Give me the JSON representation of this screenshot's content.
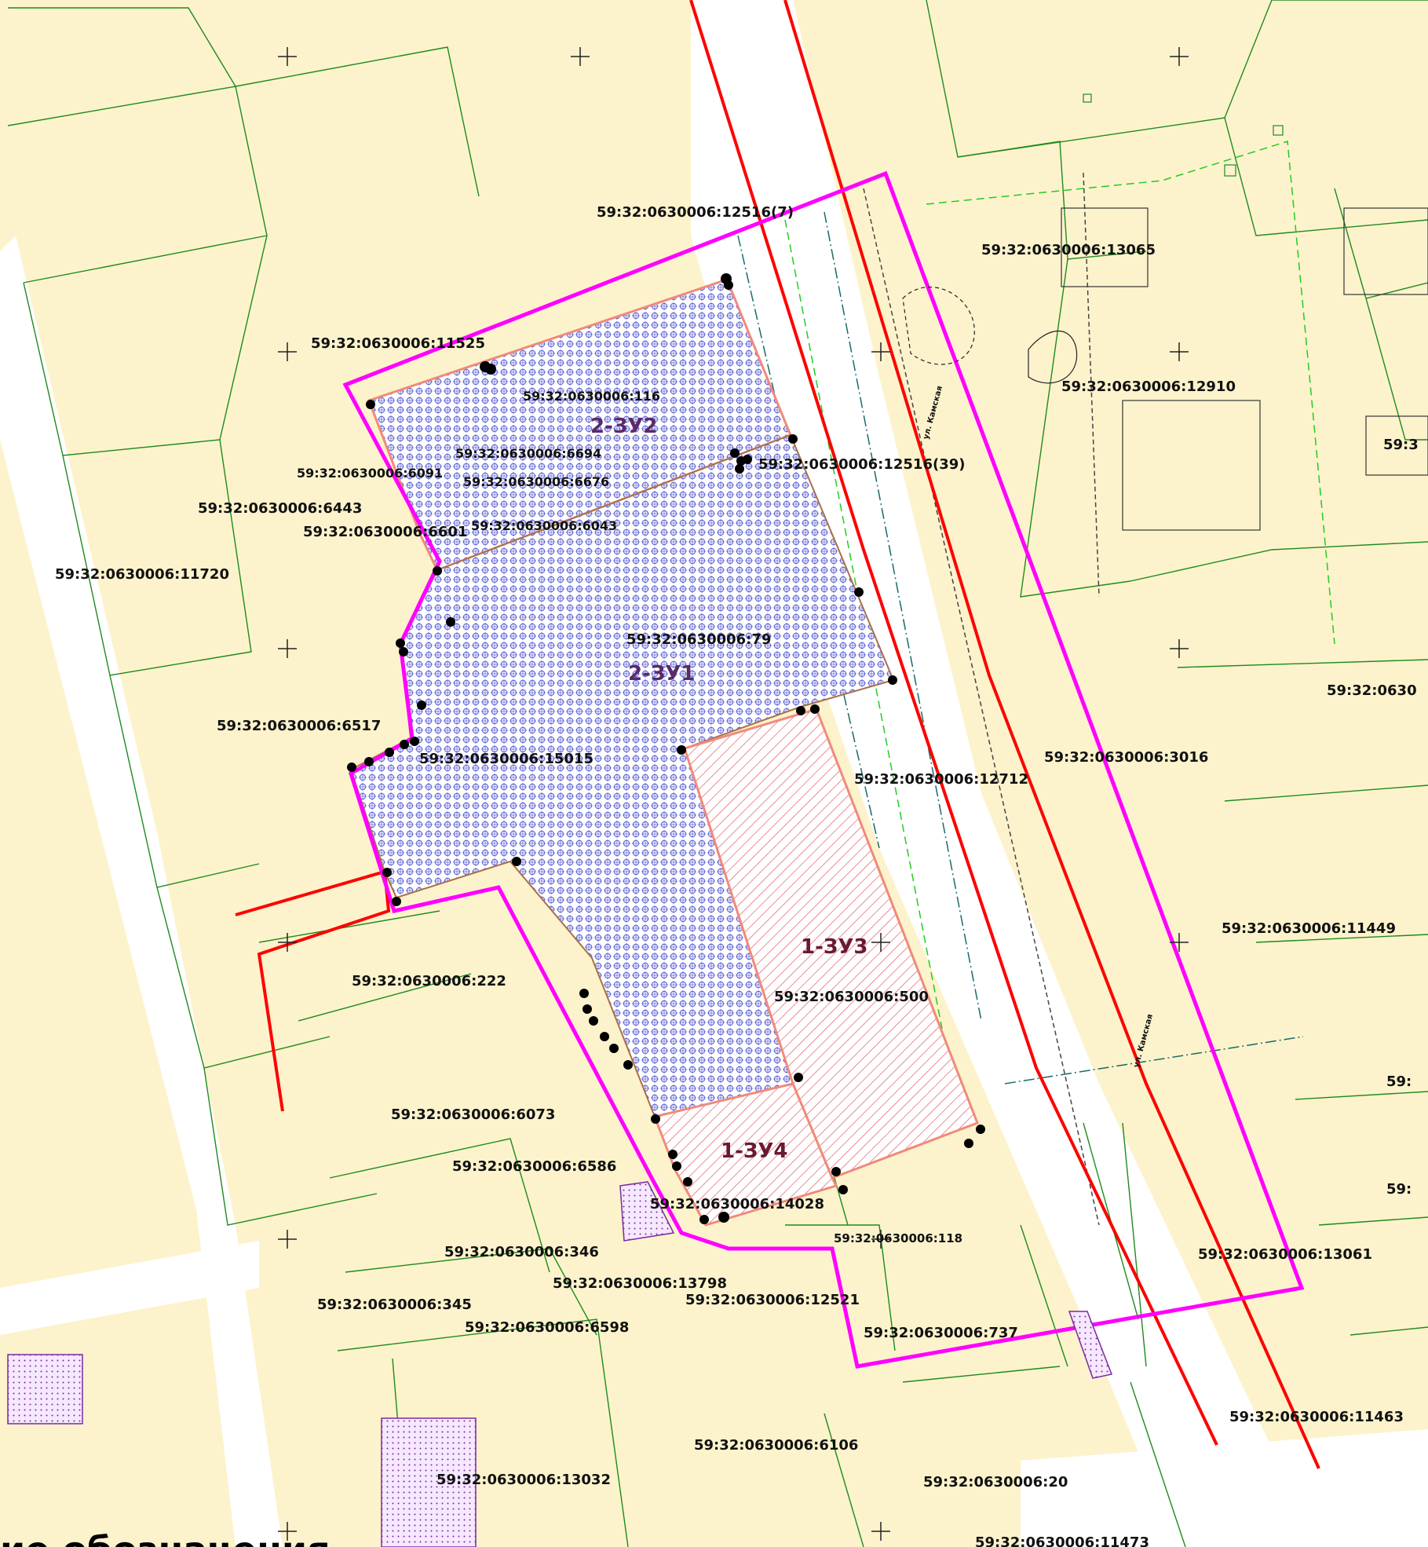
{
  "colors": {
    "parcel_fill": "#fcf3cc",
    "road_fill": "#ffffff",
    "parcel_line": "#1f8a1f",
    "boundary": "#ff00ff",
    "red_line": "#ff0000",
    "zone_outline": "#f08a7a",
    "zone_hatch": "#e0505a",
    "blue_pattern": "#6a6fd8"
  },
  "zones": {
    "zu1": "2-ЗУ1",
    "zu2": "2-ЗУ2",
    "zu3": "1-ЗУ3",
    "zu4": "1-ЗУ4"
  },
  "cadastral_labels": [
    "59:32:0630006:12516(7)",
    "59:32:0630006:13065",
    "59:32:0630006:11525",
    "59:32:0630006:12910",
    "59:32:0630006:116",
    "59:32:0630006:6694",
    "59:32:0630006:12516(39)",
    "59:32:0630006:6091",
    "59:32:0630006:6676",
    "59:32:0630006:6443",
    "59:32:0630006:6043",
    "59:32:0630006:6601",
    "59:32:0630006:11720",
    "59:32:0630006:79",
    "59:32:0630006:6517",
    "59:32:0630006:15015",
    "59:32:0630006:3016",
    "59:32:0630006:12712",
    "59:32:0630006:11449",
    "59:32:0630006:222",
    "59:32:0630006:500",
    "59:32:0630006:6073",
    "59:32:0630006:6586",
    "59:32:0630006:14028",
    "59:32:0630006:118",
    "59:32:0630006:346",
    "59:32:0630006:13061",
    "59:32:0630006:13798",
    "59:32:0630006:12521",
    "59:32:0630006:345",
    "59:32:0630006:6598",
    "59:32:0630006:737",
    "59:32:0630006:11463",
    "59:32:0630006:6106",
    "59:32:0630006:13032",
    "59:32:0630006:20",
    "59:32:0630006:11473",
    "59:32:0630",
    "59:3",
    "59:",
    "59:"
  ],
  "street_labels": [
    "ул. Камская",
    "ул. Камская"
  ],
  "caption": "ие обозначения"
}
